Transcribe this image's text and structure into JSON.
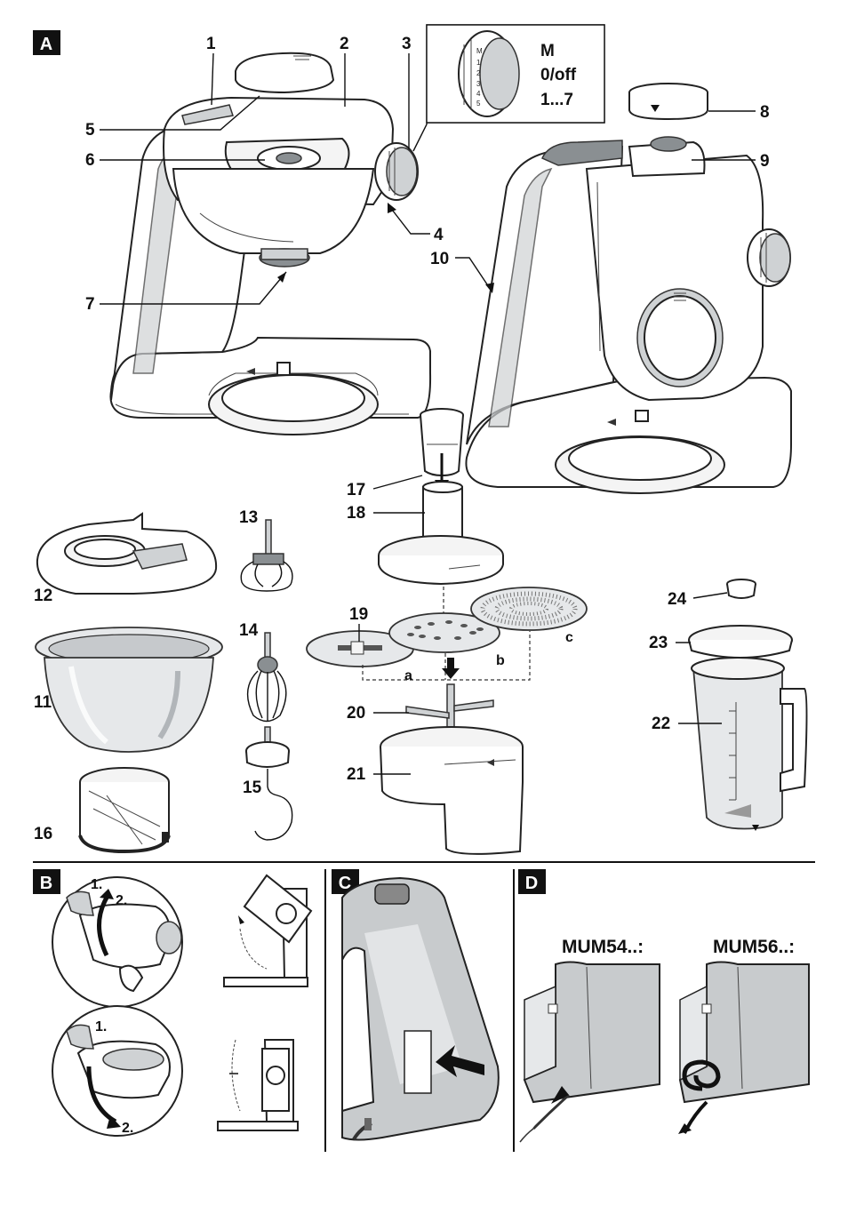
{
  "sections": {
    "a": "A",
    "b": "B",
    "c": "C",
    "d": "D"
  },
  "dial": {
    "line1": "M",
    "line2": "0/off",
    "line3": "1...7"
  },
  "labels": {
    "l1": "1",
    "l2": "2",
    "l3": "3",
    "l4": "4",
    "l5": "5",
    "l6": "6",
    "l7": "7",
    "l8": "8",
    "l9": "9",
    "l10": "10",
    "l11": "11",
    "l12": "12",
    "l13": "13",
    "l14": "14",
    "l15": "15",
    "l16": "16",
    "l17": "17",
    "l18": "18",
    "l19": "19",
    "l20": "20",
    "l21": "21",
    "l22": "22",
    "l23": "23",
    "l24": "24",
    "la": "a",
    "lb": "b",
    "lc": "c"
  },
  "steps": {
    "s1a": "1.",
    "s2a": "2.",
    "s1b": "1.",
    "s2b": "2."
  },
  "models": {
    "left": "MUM54..:",
    "right": "MUM56..:"
  }
}
